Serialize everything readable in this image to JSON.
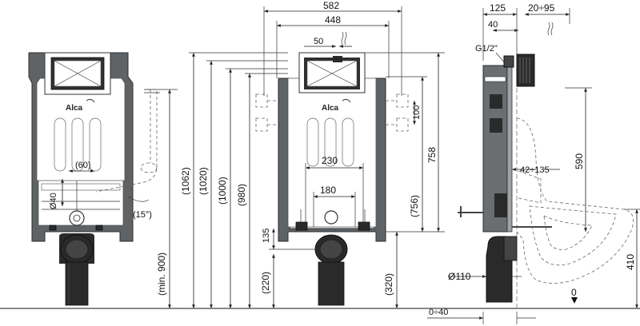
{
  "brand": {
    "name": "Alca"
  },
  "front_view": {
    "labels": {
      "d60": "(60)",
      "phi40": "Ø40",
      "angle15": "(15°)",
      "min900": "(min. 900)",
      "h1062": "(1062)",
      "h1020": "(1020)",
      "h1000": "(1000)",
      "h980": "(980)"
    }
  },
  "middle_view": {
    "labels": {
      "w582": "582",
      "w448": "448",
      "w50": "50",
      "w230": "230",
      "w180": "180",
      "h100": "100",
      "h758": "758",
      "h756": "(756)",
      "h135": "135",
      "h220": "(220)",
      "h320": "(320)"
    }
  },
  "side_view": {
    "labels": {
      "w125": "125",
      "w20_95": "20÷95",
      "w40": "40",
      "g12": "G1/2\"",
      "h590": "590",
      "d42_135": "42÷135",
      "phi110": "Ø110",
      "d0_40": "0÷40",
      "zero": "0",
      "h410": "410"
    }
  }
}
